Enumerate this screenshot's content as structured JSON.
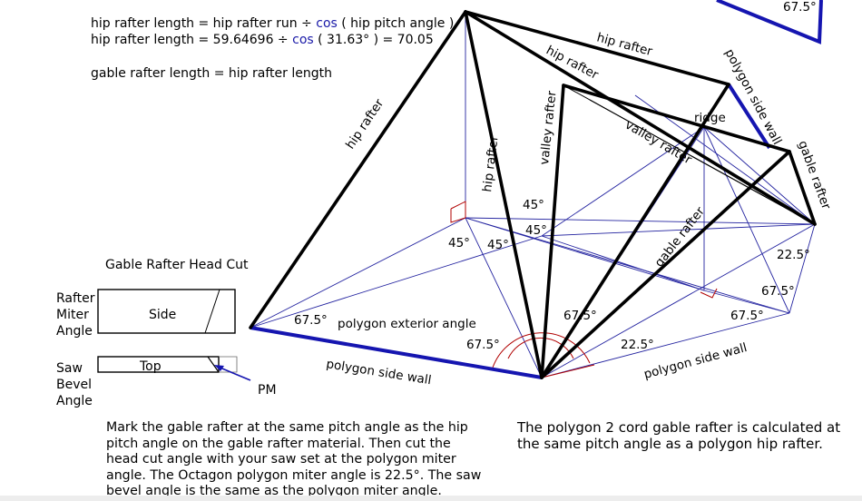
{
  "formulas": {
    "line1_prefix": "hip rafter length = hip rafter run ÷ ",
    "line1_cos": "cos",
    "line1_suffix": " ( hip pitch angle )",
    "line2_prefix": "hip rafter length = 59.64696 ÷ ",
    "line2_cos": "cos",
    "line2_suffix": " ( 31.63° ) = 70.05",
    "line3": "gable rafter length = hip rafter length"
  },
  "head_cut": {
    "title": "Gable Rafter Head Cut",
    "miter_label_1": "Rafter",
    "miter_label_2": "Miter",
    "miter_label_3": "Angle",
    "side_label": "Side",
    "bevel_label_1": "Saw",
    "bevel_label_2": "Bevel",
    "bevel_label_3": "Angle",
    "top_label": "Top",
    "pm_label": "PM"
  },
  "diagram_labels": {
    "corner_angle": "67.5°",
    "hip_rafter_left": "hip rafter",
    "hip_rafter_top": "hip rafter",
    "hip_rafter_mid": "hip rafter",
    "hip_rafter_center": "hip rafter",
    "polygon_side_wall_right": "polygon side wall",
    "gable_rafter_right": "gable rafter",
    "valley_rafter_center": "valley rafter",
    "valley_rafter_diag": "valley rafter",
    "ridge": "ridge",
    "gable_rafter_diag": "gable rafter",
    "angle_45_a": "45°",
    "angle_45_b": "45°",
    "angle_45_c": "45°",
    "angle_45_d": "45°",
    "angle_22_5_right": "22.5°",
    "angle_67_5_right": "67.5°",
    "angle_67_5_left": "67.5°",
    "polygon_exterior_angle": "polygon exterior angle",
    "angle_67_5_center": "67.5°",
    "angle_67_5_right2": "67.5°",
    "angle_67_5_bottom": "67.5°",
    "angle_22_5_bottom": "22.5°",
    "polygon_side_wall_left": "polygon side wall",
    "polygon_side_wall_bottom_right": "polygon side wall"
  },
  "paragraphs": {
    "left": "Mark the gable rafter at the same pitch angle as the hip pitch angle on the gable rafter material. Then cut the head cut angle with your saw set at the polygon miter angle. The Octagon polygon miter angle is 22.5°. The saw bevel angle is the same as the  polygon miter angle.",
    "right": "The polygon 2 cord gable rafter is calculated at the same pitch angle as a polygon hip rafter."
  },
  "colors": {
    "wall_blue": "#1515b0",
    "guide_blue": "#2424a0",
    "angle_red": "#b00000"
  }
}
